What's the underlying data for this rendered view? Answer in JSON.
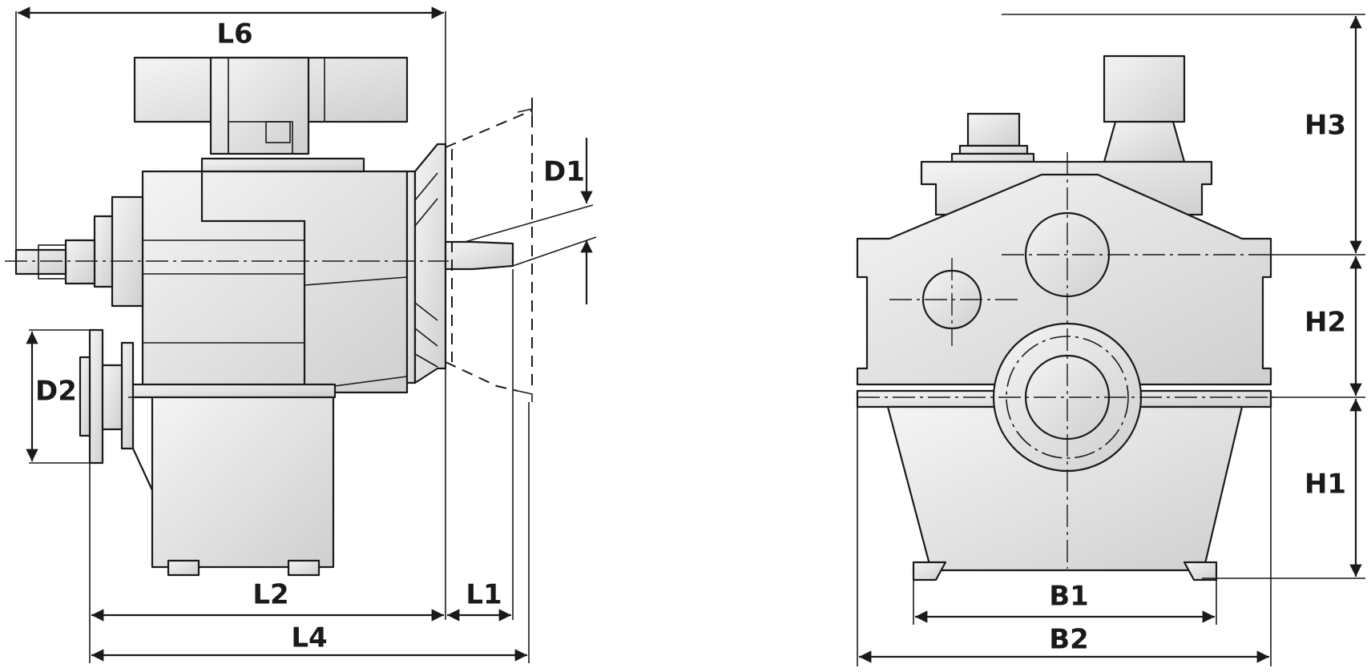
{
  "labels": {
    "L6": "L6",
    "D1": "D1",
    "D2": "D2",
    "L2": "L2",
    "L1": "L1",
    "L4": "L4",
    "H3": "H3",
    "H2": "H2",
    "H1": "H1",
    "B1": "B1",
    "B2": "B2"
  }
}
